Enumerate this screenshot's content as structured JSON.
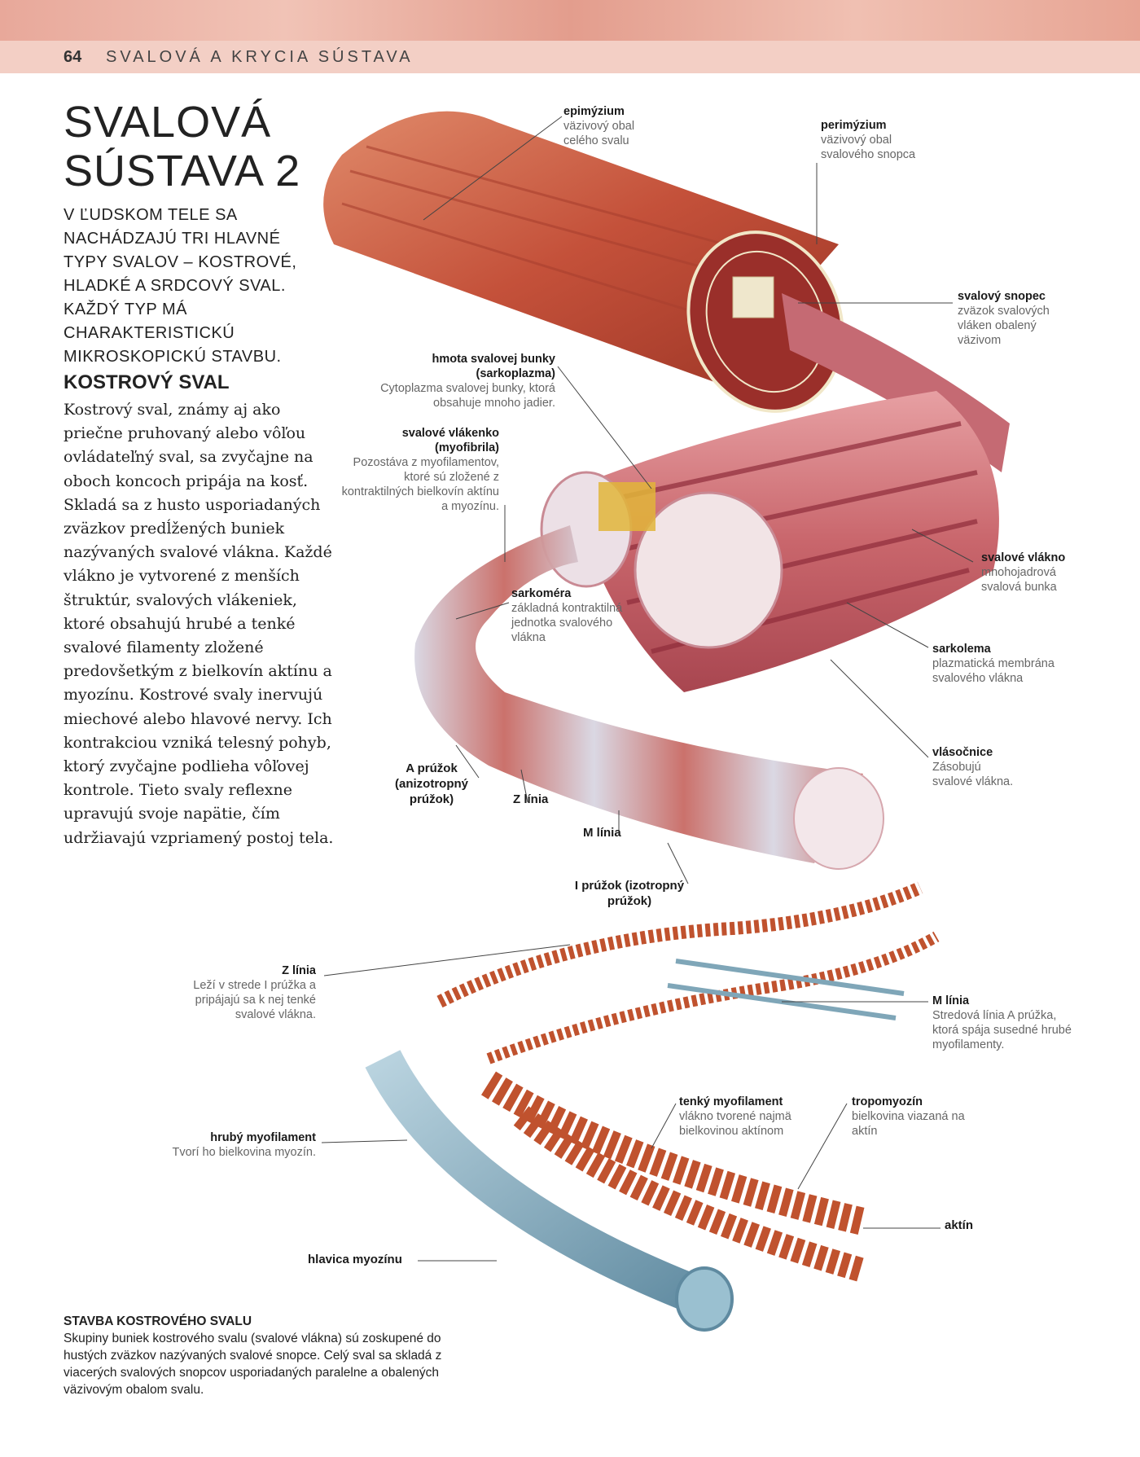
{
  "header": {
    "page_number": "64",
    "section": "SVALOVÁ A KRYCIA SÚSTAVA"
  },
  "title": {
    "line1": "SVALOVÁ",
    "line2": "SÚSTAVA 2"
  },
  "lead": "V ĽUDSKOM TELE SA NACHÁDZAJÚ TRI HLAVNÉ TYPY SVALOV – KOSTROVÉ, HLADKÉ A SRDCOVÝ SVAL. KAŽDÝ TYP MÁ CHARAKTERISTICKÚ MIKROSKOPICKÚ STAVBU.",
  "subheading": "KOSTROVÝ SVAL",
  "body": "Kostrový sval, známy aj ako priečne pruhovaný alebo vôľou ovládateľný sval, sa zvyčajne na oboch koncoch pripája na kosť. Skladá sa z husto usporiadaných zväzkov predĺžených buniek nazývaných svalové vlákna. Každé vlákno je vytvorené z menších štruktúr, svalových vlákeniek, ktoré obsahujú hrubé a tenké svalové filamenty zložené predovšetkým z bielkovín aktínu a myozínu. Kostrové svaly inervujú miechové alebo hlavové nervy. Ich kontrakciou vzniká telesný pohyb, ktorý zvyčajne podlieha vôľovej kontrole. Tieto svaly reflexne upravujú svoje napätie, čím udržiavajú vzpriamený postoj tela.",
  "labels": {
    "epimyzium": {
      "title": "epimýzium",
      "desc": "väzivový obal celého svalu"
    },
    "perimyzium": {
      "title": "perimýzium",
      "desc": "väzivový obal svalového snopca"
    },
    "snopec": {
      "title": "svalový snopec",
      "desc": "zväzok svalových vláken obalený väzivom"
    },
    "sarkoplazma": {
      "title": "hmota svalovej bunky (sarkoplazma)",
      "desc": "Cytoplazma svalovej bunky, ktorá obsahuje mnoho jadier."
    },
    "myofibrila": {
      "title": "svalové vlákenko (myofibrila)",
      "desc": "Pozostáva z myofilamentov, ktoré sú zložené z kontraktilných bielkovín aktínu a myozínu."
    },
    "vlakno": {
      "title": "svalové vlákno",
      "desc": "mnohojadrová svalová bunka"
    },
    "sarkomera": {
      "title": "sarkoméra",
      "desc": "základná kontraktilná jednotka svalového vlákna"
    },
    "sarkolema": {
      "title": "sarkolema",
      "desc": "plazmatická membrána svalového vlákna"
    },
    "vlasocnice": {
      "title": "vlásočnice",
      "desc": "Zásobujú svalové vlákna."
    },
    "a_pruzok": "A prúžok (anizotropný prúžok)",
    "z_linia_1": "Z línia",
    "m_linia_1": "M línia",
    "i_pruzok": "I prúžok (izotropný prúžok)",
    "z_linia_2": {
      "title": "Z línia",
      "desc": "Leží v strede I prúžka a pripájajú sa k nej tenké svalové vlákna."
    },
    "m_linia_2": {
      "title": "M línia",
      "desc": "Stredová línia A prúžka, ktorá spája susedné hrubé myofilamenty."
    },
    "tenky": {
      "title": "tenký myofilament",
      "desc": "vlákno tvorené najmä bielkovinou aktínom"
    },
    "tropomyozin": {
      "title": "tropomyozín",
      "desc": "bielkovina viazaná na aktín"
    },
    "hruby": {
      "title": "hrubý myofilament",
      "desc": "Tvorí ho bielkovina myozín."
    },
    "aktin": "aktín",
    "hlavica": "hlavica myozínu"
  },
  "caption": {
    "title": "STAVBA KOSTROVÉHO SVALU",
    "text": "Skupiny buniek kostrového svalu (svalové vlákna) sú zoskupené do hustých zväzkov nazývaných svalové snopce. Celý sval sa skladá z viacerých svalových snopcov usporiadaných paralelne a obalených väzivovým obalom svalu."
  },
  "colors": {
    "muscle": "#c8553d",
    "fiber": "#d97b7e",
    "myosin": "#7fa6b8",
    "actin": "#c0522e",
    "banner": "#f3cfc5"
  }
}
